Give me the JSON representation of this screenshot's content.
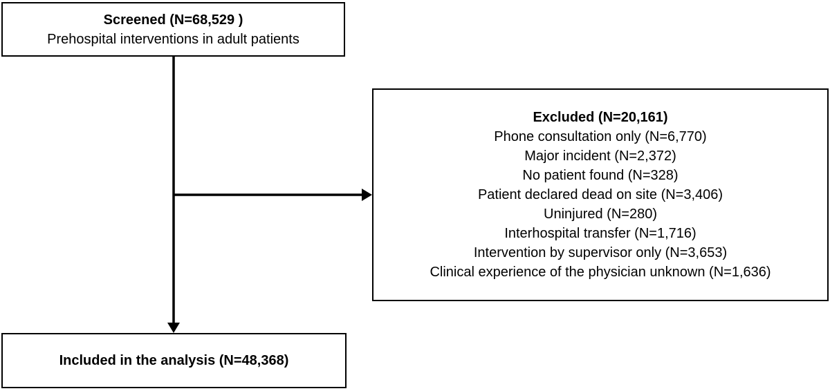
{
  "diagram": {
    "screened_box": {
      "title": "Screened (N=68,529 )",
      "subtitle": "Prehospital interventions in adult patients"
    },
    "excluded_box": {
      "title": "Excluded (N=20,161)",
      "items": [
        "Phone consultation only (N=6,770)",
        "Major incident (N=2,372)",
        "No patient found (N=328)",
        "Patient declared dead on site (N=3,406)",
        "Uninjured (N=280)",
        "Interhospital transfer (N=1,716)",
        "Intervention by supervisor only (N=3,653)",
        "Clinical experience of the physician unknown (N=1,636)"
      ]
    },
    "included_box": {
      "title": "Included in the analysis (N=48,368)"
    },
    "colors": {
      "line": "#000000",
      "box_border": "#000000",
      "background": "#ffffff",
      "text": "#000000"
    }
  }
}
